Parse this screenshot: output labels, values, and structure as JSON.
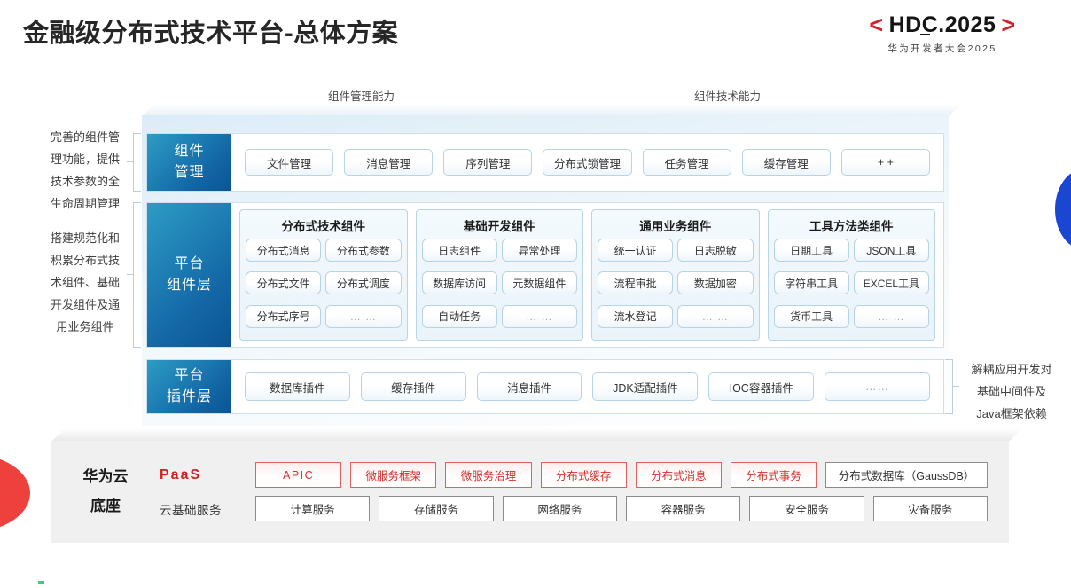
{
  "header": {
    "title": "金融级分布式技术平台-总体方案",
    "logo_bracket_left": "<",
    "logo_bracket_right": ">",
    "logo_main": "HDC.2025",
    "logo_sub": "华为开发者大会2025"
  },
  "arrows": [
    {
      "label": "组件管理能力"
    },
    {
      "label": "组件技术能力"
    }
  ],
  "side_notes": {
    "left": [
      "完善的组件管\n理功能，提供\n技术参数的全\n生命周期管理",
      "搭建规范化和\n积累分布式技\n术组件、基础\n开发组件及通\n用业务组件"
    ],
    "left_lines_1": [
      "完善的组件管",
      "理功能，提供",
      "技术参数的全",
      "生命周期管理"
    ],
    "left_lines_2": [
      "搭建规范化和",
      "积累分布式技",
      "术组件、基础",
      "开发组件及通",
      "用业务组件"
    ],
    "right_lines": [
      "解耦应用开发对",
      "基础中间件及",
      "Java框架依赖"
    ]
  },
  "rows": {
    "component_management": {
      "label_lines": [
        "组件",
        "管理"
      ],
      "items": [
        "文件管理",
        "消息管理",
        "序列管理",
        "分布式锁管理",
        "任务管理",
        "缓存管理",
        "+ +"
      ]
    },
    "platform_component_layer": {
      "label_lines": [
        "平台",
        "组件层"
      ],
      "groups": [
        {
          "title": "分布式技术组件",
          "items": [
            "分布式消息",
            "分布式参数",
            "分布式文件",
            "分布式调度",
            "分布式序号",
            "… …"
          ]
        },
        {
          "title": "基础开发组件",
          "items": [
            "日志组件",
            "异常处理",
            "数据库访问",
            "元数据组件",
            "自动任务",
            "… …"
          ]
        },
        {
          "title": "通用业务组件",
          "items": [
            "统一认证",
            "日志脱敏",
            "流程审批",
            "数据加密",
            "流水登记",
            "… …"
          ]
        },
        {
          "title": "工具方法类组件",
          "items": [
            "日期工具",
            "JSON工具",
            "字符串工具",
            "EXCEL工具",
            "货币工具",
            "… …"
          ]
        }
      ]
    },
    "platform_plugin_layer": {
      "label_lines": [
        "平台",
        "插件层"
      ],
      "items": [
        "数据库插件",
        "缓存插件",
        "消息插件",
        "JDK适配插件",
        "IOC容器插件",
        "……"
      ]
    }
  },
  "cloud_base": {
    "title_lines": [
      "华为云",
      "底座"
    ],
    "paas_label": "PaaS",
    "basic_label": "云基础服务",
    "paas_items": [
      "APIC",
      "微服务框架",
      "微服务治理",
      "分布式缓存",
      "分布式消息",
      "分布式事务",
      "分布式数据库（GaussDB）"
    ],
    "basic_items": [
      "计算服务",
      "存储服务",
      "网络服务",
      "容器服务",
      "安全服务",
      "灾备服务"
    ]
  },
  "colors": {
    "brand_red": "#d6202a",
    "accent_blue": "#1265a4",
    "paas_red": "#c9211e",
    "deco_red": "#ee403c",
    "deco_blue": "#1a46d2",
    "chip_border": "#b7d3e8"
  }
}
